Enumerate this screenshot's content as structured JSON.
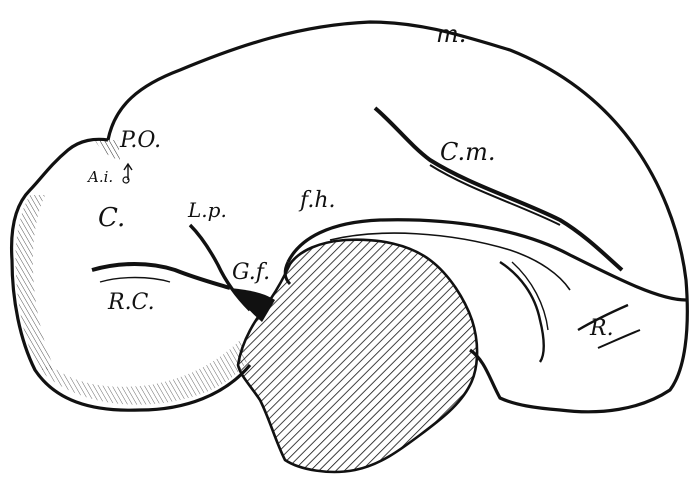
{
  "labels": {
    "m": "m.",
    "po": "P.O.",
    "ai": "A.i.",
    "c": "C.",
    "lp": "L.p.",
    "fh": "f.h.",
    "cm": "C.m.",
    "gf": "G.f.",
    "rc": "R.C.",
    "r": "R."
  },
  "colors": {
    "ink": "#111111",
    "paper": "#ffffff"
  }
}
